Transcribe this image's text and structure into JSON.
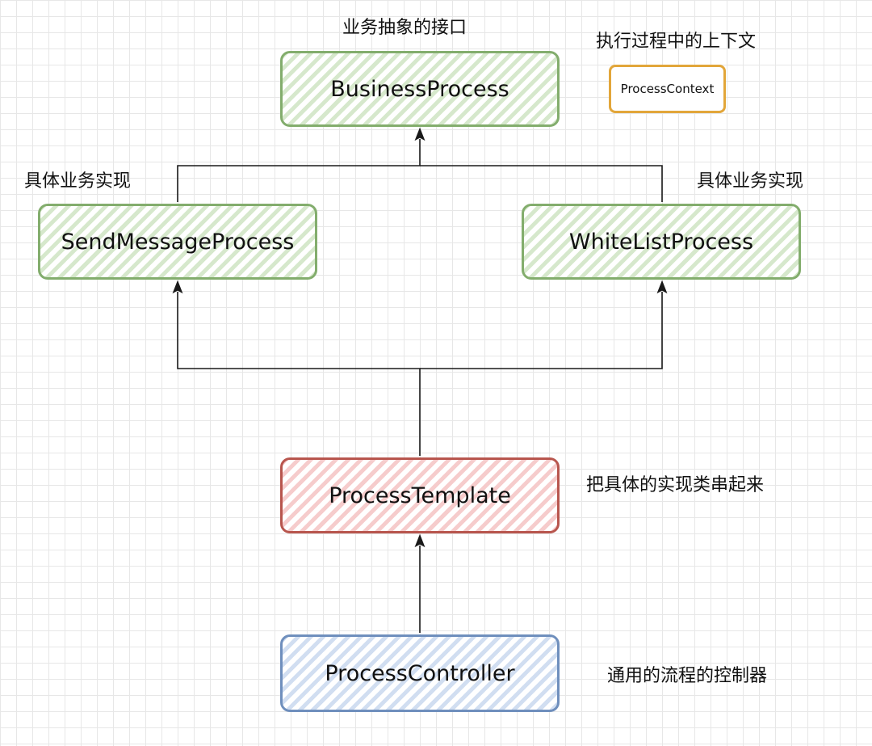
{
  "nodes": {
    "business_process": {
      "label": "BusinessProcess",
      "color": "#83ad6d"
    },
    "process_context": {
      "label": "ProcessContext",
      "color": "#e2a63a"
    },
    "send_message_process": {
      "label": "SendMessageProcess",
      "color": "#83ad6d"
    },
    "white_list_process": {
      "label": "WhiteListProcess",
      "color": "#83ad6d"
    },
    "process_template": {
      "label": "ProcessTemplate",
      "color": "#b8564e"
    },
    "process_controller": {
      "label": "ProcessController",
      "color": "#6f8fbd"
    }
  },
  "annotations": {
    "business_interface": "业务抽象的接口",
    "execution_context": "执行过程中的上下文",
    "impl_left": "具体业务实现",
    "impl_right": "具体业务实现",
    "template_desc": "把具体的实现类串起来",
    "controller_desc": "通用的流程的控制器"
  },
  "edges": [
    {
      "from": "send_message_process",
      "to": "business_process"
    },
    {
      "from": "white_list_process",
      "to": "business_process"
    },
    {
      "from": "process_template",
      "to": "send_message_process"
    },
    {
      "from": "process_template",
      "to": "white_list_process"
    },
    {
      "from": "process_controller",
      "to": "process_template"
    }
  ]
}
